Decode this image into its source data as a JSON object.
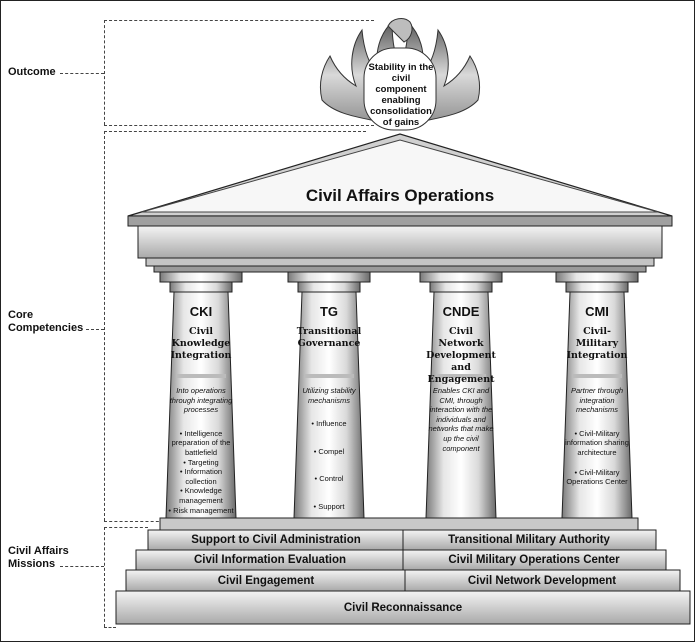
{
  "labels": {
    "outcome": "Outcome",
    "core_competencies": "Core\nCompetencies",
    "civil_affairs_missions": "Civil Affairs\nMissions"
  },
  "outcome_text": "Stability in the civil component enabling consolidation of gains",
  "title": "Civil Affairs Operations",
  "pillars": [
    {
      "abbr": "CKI",
      "name": "Civil Knowledge Integration",
      "intro": "Into operations through integrating processes",
      "items": [
        "• Intelligence preparation of the battlefield",
        "• Targeting",
        "• Information collection",
        "• Knowledge management",
        "• Risk management"
      ]
    },
    {
      "abbr": "TG",
      "name": "Transitional Governance",
      "intro": "Utilizing stability mechanisms",
      "items": [
        "• Influence",
        "• Compel",
        "• Control",
        "• Support"
      ]
    },
    {
      "abbr": "CNDE",
      "name": "Civil Network Development and Engagement",
      "intro": "Enables CKI and CMI, through interaction with the individuals and networks that make up the civil component",
      "items": []
    },
    {
      "abbr": "CMI",
      "name": "Civil-Military Integration",
      "intro": "Partner through integration mechanisms",
      "items": [
        "• Civil-Military information sharing architecture",
        "• Civil-Military Operations Center"
      ]
    }
  ],
  "missions": {
    "row1": [
      "Support to Civil Administration",
      "Transitional Military Authority"
    ],
    "row2": [
      "Civil Information Evaluation",
      "Civil Military Operations Center"
    ],
    "row3": [
      "Civil Engagement",
      "Civil Network Development"
    ],
    "row4": [
      "Civil Reconnaissance"
    ]
  },
  "colors": {
    "stone_light": "#f2f2f2",
    "stone_mid": "#bdbdbd",
    "stone_dark": "#6e6e6e",
    "outline": "#222222"
  }
}
